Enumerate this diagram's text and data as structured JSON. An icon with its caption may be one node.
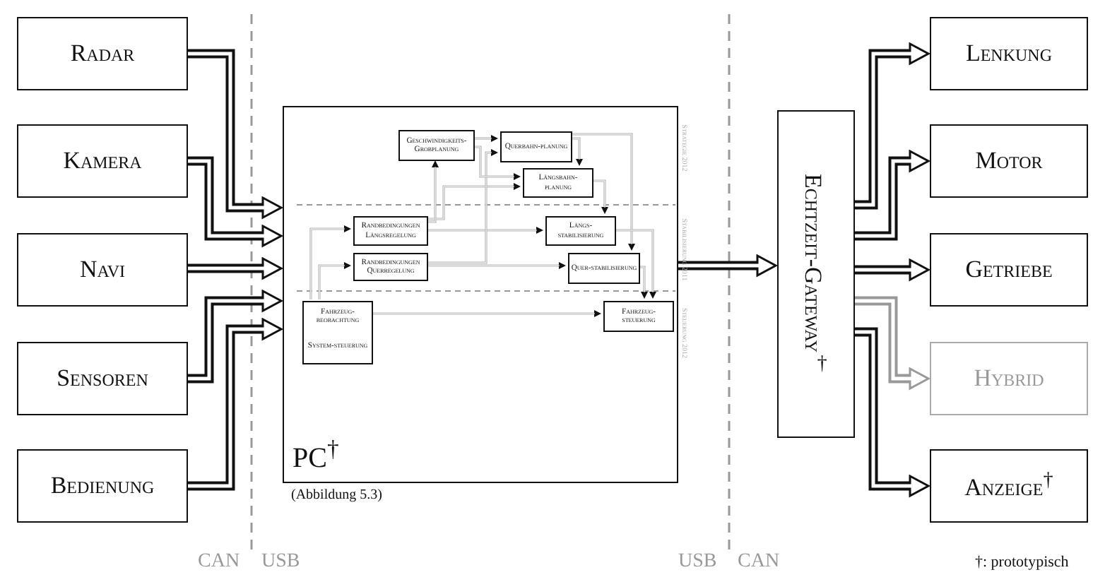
{
  "diagram": {
    "nodes": [
      {
        "text": [
          "Radar"
        ]
      },
      {
        "text": [
          "Kamera"
        ]
      },
      {
        "text": [
          "Navi"
        ]
      },
      {
        "text": [
          "Sensoren"
        ]
      },
      {
        "text": [
          "Bedienung"
        ]
      },
      {
        "text": [
          "PC$^{†}$"
        ],
        "beside": [
          "(Abbildung 5.3)"
        ]
      },
      {
        "text": [
          "Geschwindigkeits-Grobplanung"
        ],
        "in": 5
      },
      {
        "text": [
          "Querbahn-planung"
        ],
        "in": 5
      },
      {
        "text": [
          "Längsbahn-planung"
        ],
        "in": 5
      },
      {
        "text": [
          "Randbedingungen Längsregelung"
        ],
        "in": 5
      },
      {
        "text": [
          "Randbedingungen Querregelung"
        ],
        "in": 5
      },
      {
        "text": [
          "Längs-stabilisierung"
        ],
        "in": 5
      },
      {
        "text": [
          "Quer-stabilisierung"
        ],
        "in": 5
      },
      {
        "text": [
          "Fahrzeug-beobachtung"
        ],
        "in": 5
      },
      {
        "text": [
          "System-steuerung"
        ],
        "in": 5
      },
      {
        "text": [
          "Fahrzeug-steuerung"
        ],
        "in": 5
      },
      {
        "text": [
          "Echtzeit-Gateway$^{†}$"
        ]
      },
      {
        "text": [
          "Lenkung"
        ]
      },
      {
        "text": [
          "Motor"
        ]
      },
      {
        "text": [
          "Getriebe"
        ]
      },
      {
        "text": [
          "Hybrid"
        ]
      },
      {
        "text": [
          "Anzeige$^{†}$"
        ]
      }
    ],
    "edges": [
      {
        "from": 0,
        "to": 5,
        "arrow": "to",
        "style": "thick",
        "color": "#111111"
      },
      {
        "from": 1,
        "to": 5,
        "arrow": "to",
        "style": "thick",
        "color": "#111111"
      },
      {
        "from": 2,
        "to": 5,
        "arrow": "to",
        "style": "thick",
        "color": "#111111"
      },
      {
        "from": 3,
        "to": 5,
        "arrow": "to",
        "style": "thick",
        "color": "#111111"
      },
      {
        "from": 4,
        "to": 5,
        "arrow": "to",
        "style": "thick",
        "color": "#111111"
      },
      {
        "from": 5,
        "to": 16,
        "arrow": "to",
        "style": "thick",
        "color": "#111111"
      },
      {
        "from": 16,
        "to": 17,
        "arrow": "to",
        "style": "thick",
        "color": "#111111"
      },
      {
        "from": 16,
        "to": 18,
        "arrow": "to",
        "style": "thick",
        "color": "#111111"
      },
      {
        "from": 16,
        "to": 19,
        "arrow": "to",
        "style": "thick",
        "color": "#111111"
      },
      {
        "from": 16,
        "to": 20,
        "arrow": "to",
        "style": "thick",
        "color": "#999999"
      },
      {
        "from": 16,
        "to": 21,
        "arrow": "to",
        "style": "thick",
        "color": "#111111"
      },
      {
        "from": 13,
        "to": 9,
        "arrow": "to"
      },
      {
        "from": 13,
        "to": 10,
        "arrow": "to"
      },
      {
        "from": 13,
        "to": 15,
        "arrow": "to"
      },
      {
        "from": 9,
        "to": 11,
        "arrow": "to"
      },
      {
        "from": 9,
        "to": 6,
        "arrow": "to"
      },
      {
        "from": 9,
        "to": 8,
        "arrow": "to"
      },
      {
        "from": 10,
        "to": 12,
        "arrow": "to"
      },
      {
        "from": 10,
        "to": 7,
        "arrow": "to"
      },
      {
        "from": 6,
        "to": 7,
        "arrow": "to"
      },
      {
        "from": 6,
        "to": 8,
        "arrow": "to"
      },
      {
        "from": 7,
        "to": 8,
        "arrow": "to"
      },
      {
        "from": 7,
        "to": 12,
        "arrow": "to"
      },
      {
        "from": 8,
        "to": 11,
        "arrow": "to"
      },
      {
        "from": 11,
        "to": 15,
        "arrow": "to"
      },
      {
        "from": 12,
        "to": 15,
        "arrow": "to"
      }
    ],
    "labels": [
      "Strategie 2012",
      "Stabilisierung 2011",
      "Steuerung 2012",
      "CAN",
      "USB",
      "USB",
      "CAN",
      "†: prototypisch"
    ]
  }
}
